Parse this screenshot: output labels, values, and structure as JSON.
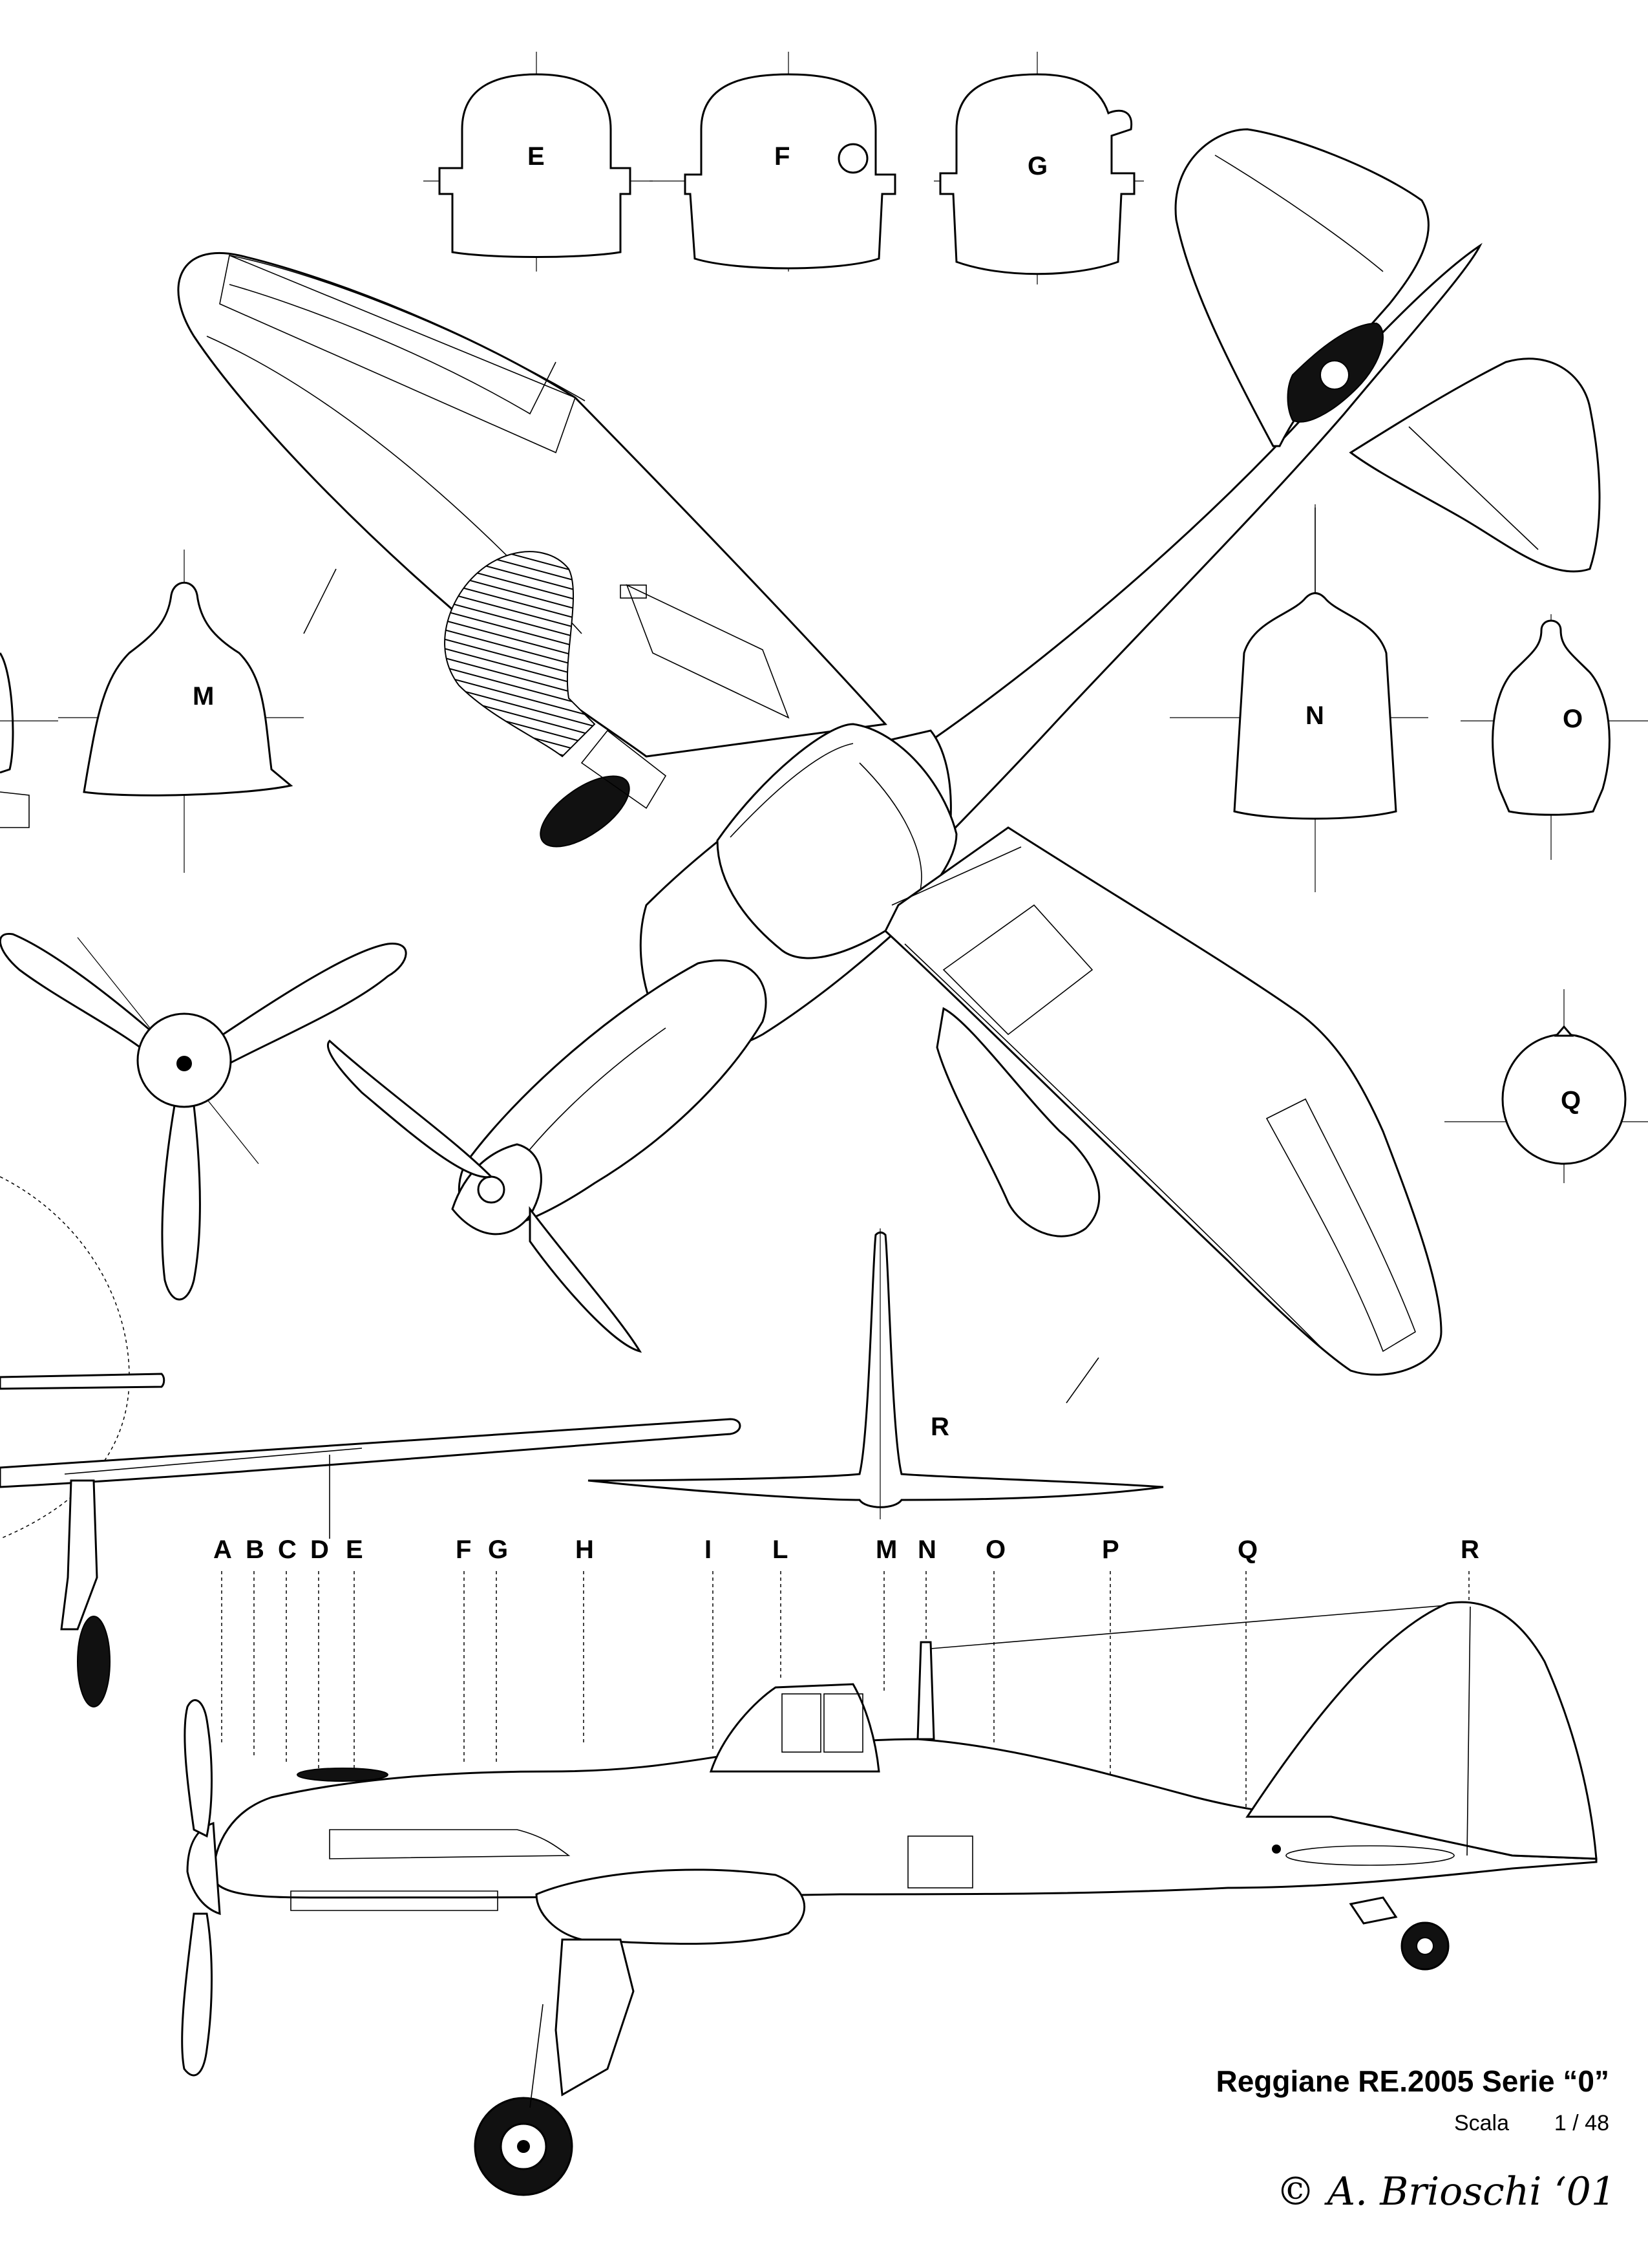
{
  "drawing": {
    "title": "Reggiane RE.2005 Serie “0”",
    "scale_label": "Scala",
    "scale_value": "1 / 48",
    "copyright": "© A. Brioschi ‘01"
  },
  "section_labels": {
    "E": "E",
    "F": "F",
    "G": "G",
    "M": "M",
    "N": "N",
    "O": "O",
    "Q": "Q",
    "R": "R"
  },
  "station_labels": [
    "A",
    "B",
    "C",
    "D",
    "E",
    "F",
    "G",
    "H",
    "I",
    "L",
    "M",
    "N",
    "O",
    "P",
    "Q",
    "R"
  ],
  "colors": {
    "ink": "#000000",
    "paper": "#ffffff"
  }
}
